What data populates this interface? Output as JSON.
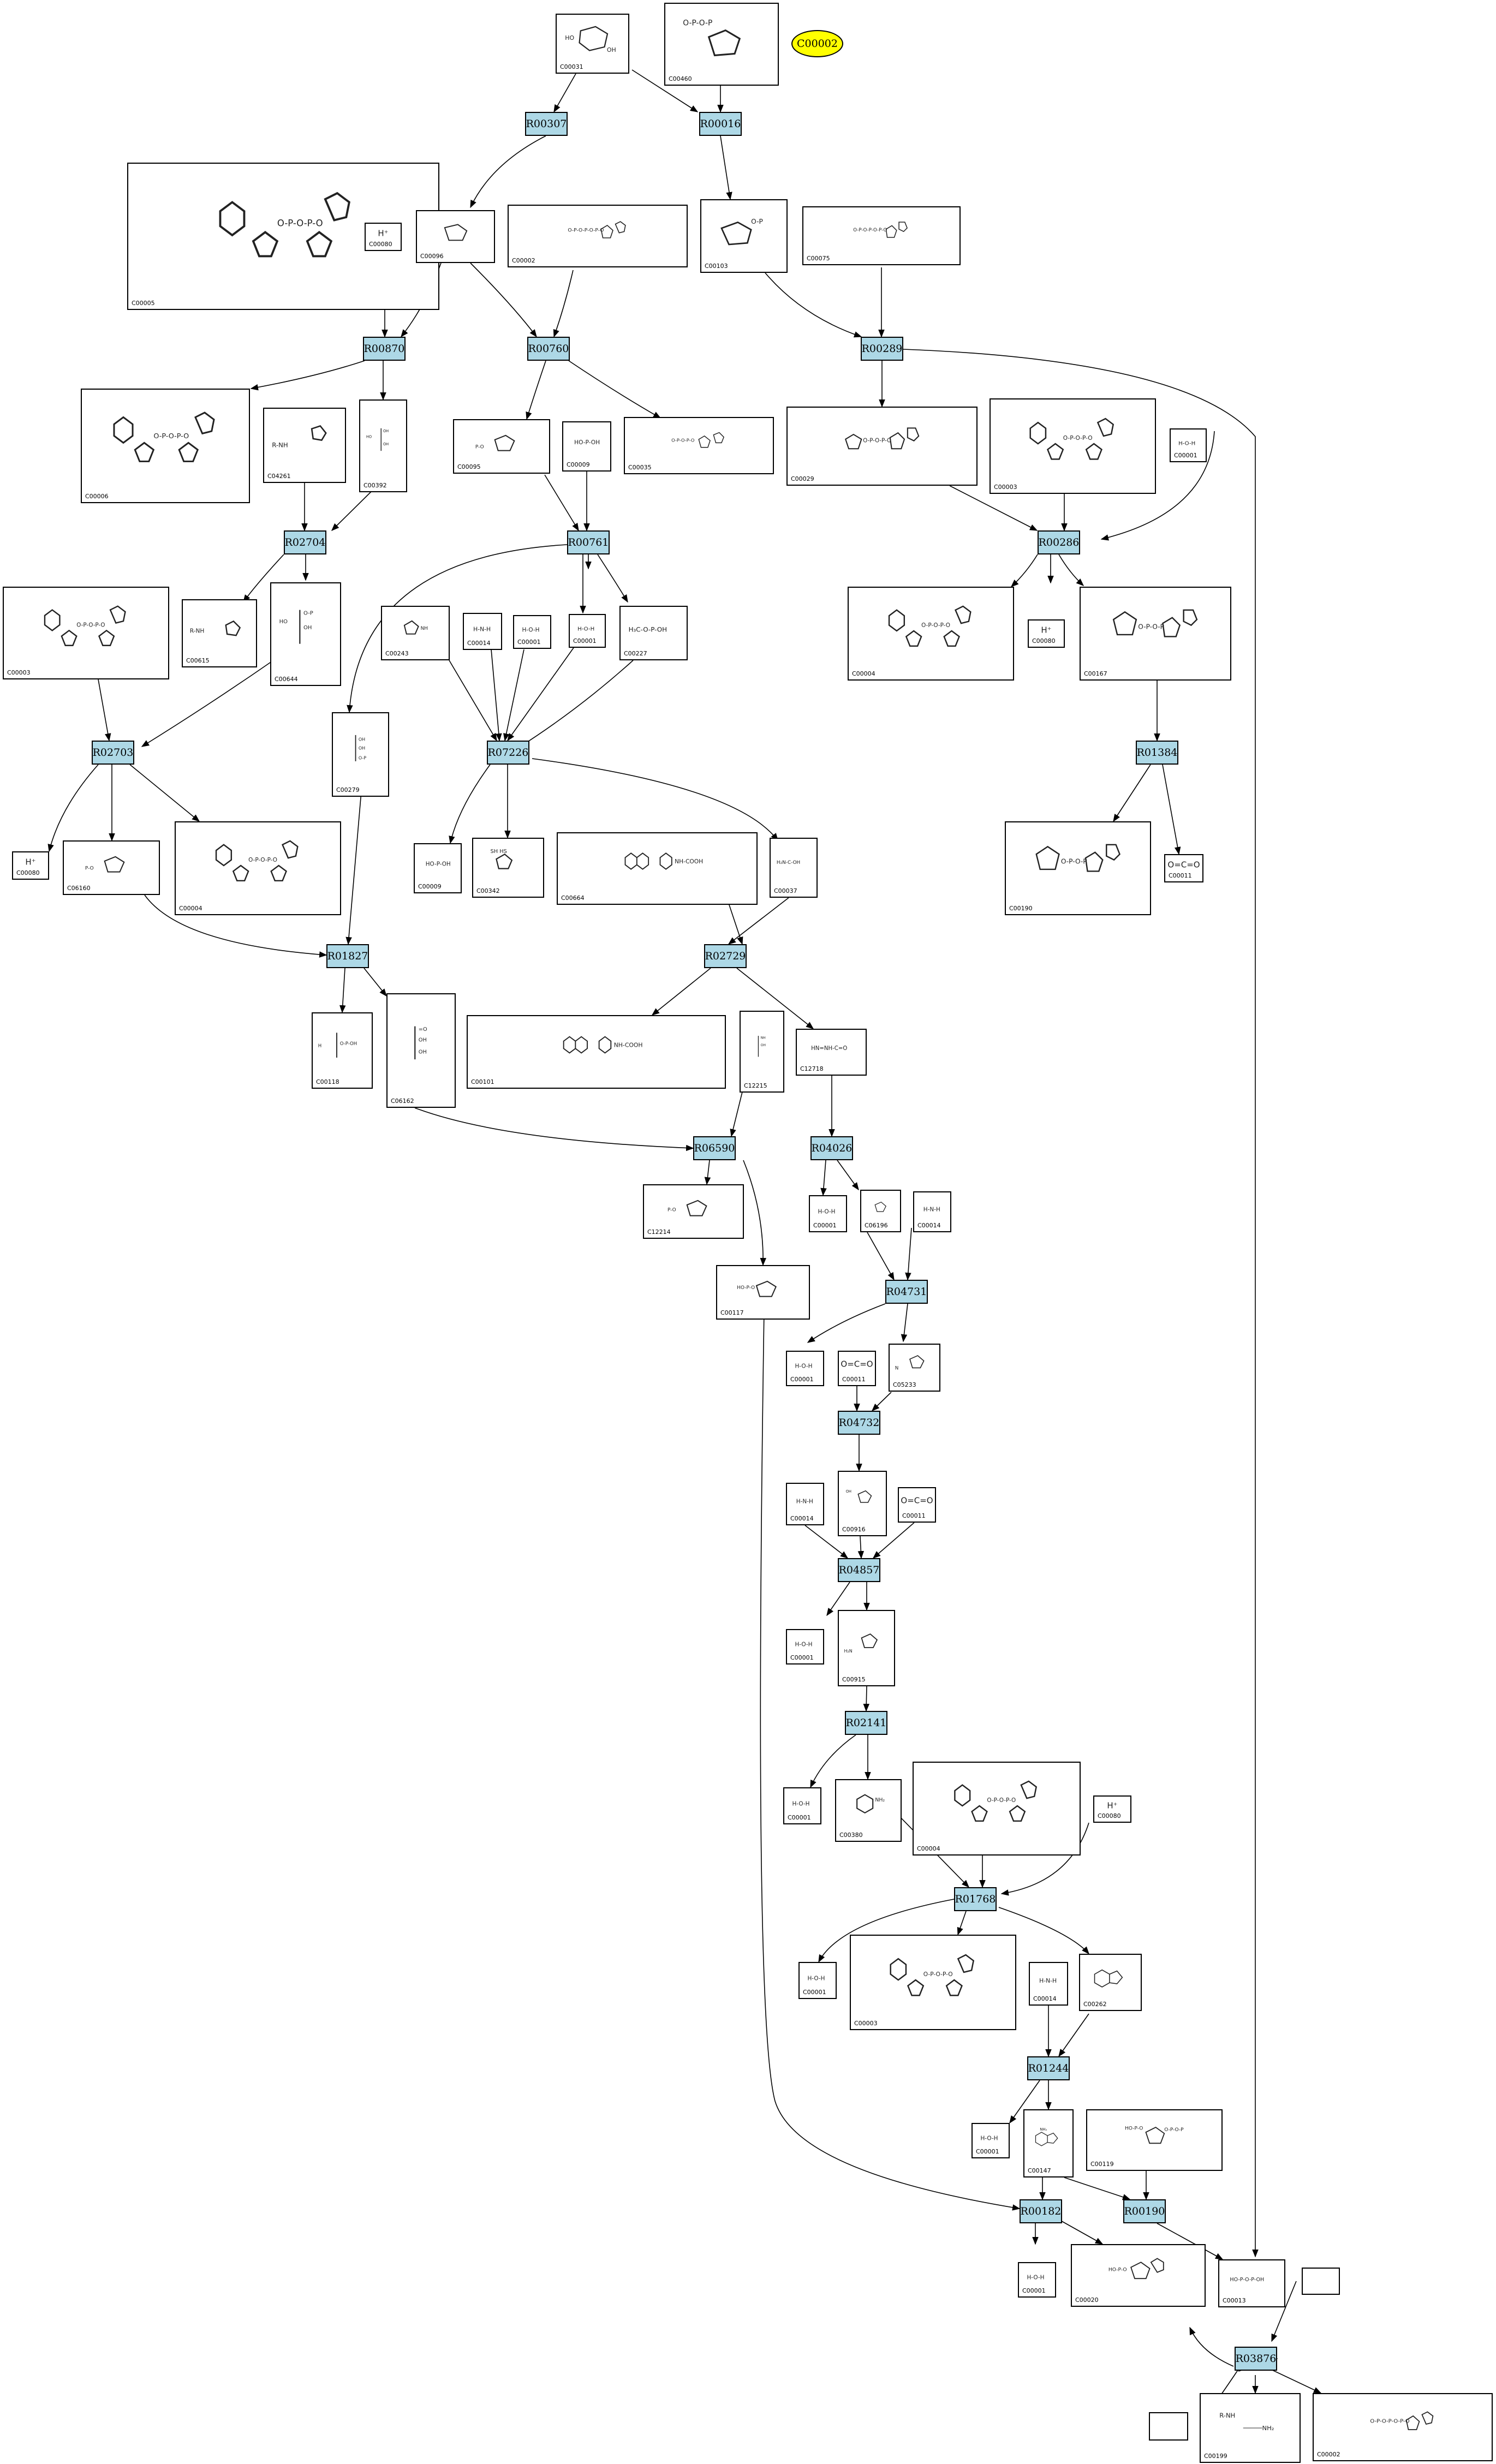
{
  "target": {
    "id": "C00002"
  },
  "reactions": [
    "R00307",
    "R00016",
    "R00870",
    "R00760",
    "R00289",
    "R02704",
    "R00761",
    "R00286",
    "R02703",
    "R07226",
    "R01384",
    "R01827",
    "R02729",
    "R06590",
    "R04026",
    "R04731",
    "R04732",
    "R04857",
    "R02141",
    "R01768",
    "R01244",
    "R00182",
    "R00190",
    "R03876"
  ],
  "compounds": {
    "c00031a": "C00031",
    "c00460": "C00460",
    "c00005": "C00005",
    "c00080a": "C00080",
    "c00096": "C00096",
    "c00002a": "C00002",
    "c00103": "C00103",
    "c00075": "C00075",
    "c00006": "C00006",
    "c04261": "C04261",
    "c00392": "C00392",
    "c00095": "C00095",
    "c00009a": "C00009",
    "c00035": "C00035",
    "c00029": "C00029",
    "c00003a": "C00003",
    "c00001a": "C00001",
    "c00003b": "C00003",
    "c00615": "C00615",
    "c00644": "C00644",
    "c00243": "C00243",
    "c00014a": "C00014",
    "c00001b": "C00001",
    "c00001c": "C00001",
    "c00227": "C00227",
    "c00004a": "C00004",
    "c00080b": "C00080",
    "c00167": "C00167",
    "c00279": "C00279",
    "c00080c": "C00080",
    "c06160": "C06160",
    "c00004b": "C00004",
    "c00009b": "C00009",
    "c00342": "C00342",
    "c00664": "C00664",
    "c00037": "C00037",
    "c00190": "C00190",
    "c00011a": "C00011",
    "c00118": "C00118",
    "c06162": "C06162",
    "c00101": "C00101",
    "c12215": "C12215",
    "c12718": "C12718",
    "c12214": "C12214",
    "c00117": "C00117",
    "c00001d": "C00001",
    "c06196": "C06196",
    "c00014b": "C00014",
    "c00001e": "C00001",
    "c00011b": "C00011",
    "c05233": "C05233",
    "c00014c": "C00014",
    "c00916": "C00916",
    "c00011c": "C00011",
    "c00001f": "C00001",
    "c00915": "C00915",
    "c00001g": "C00001",
    "c00380": "C00380",
    "c00004c": "C00004",
    "c00080d": "C00080",
    "c00001h": "C00001",
    "c00003c": "C00003",
    "c00014d": "C00014",
    "c00262": "C00262",
    "c00001i": "C00001",
    "c00147": "C00147",
    "c00119": "C00119",
    "c00001j": "C00001",
    "c00020": "C00020",
    "c00013": "C00013",
    "c00002b": "C00002",
    "c00199": "C00199"
  }
}
